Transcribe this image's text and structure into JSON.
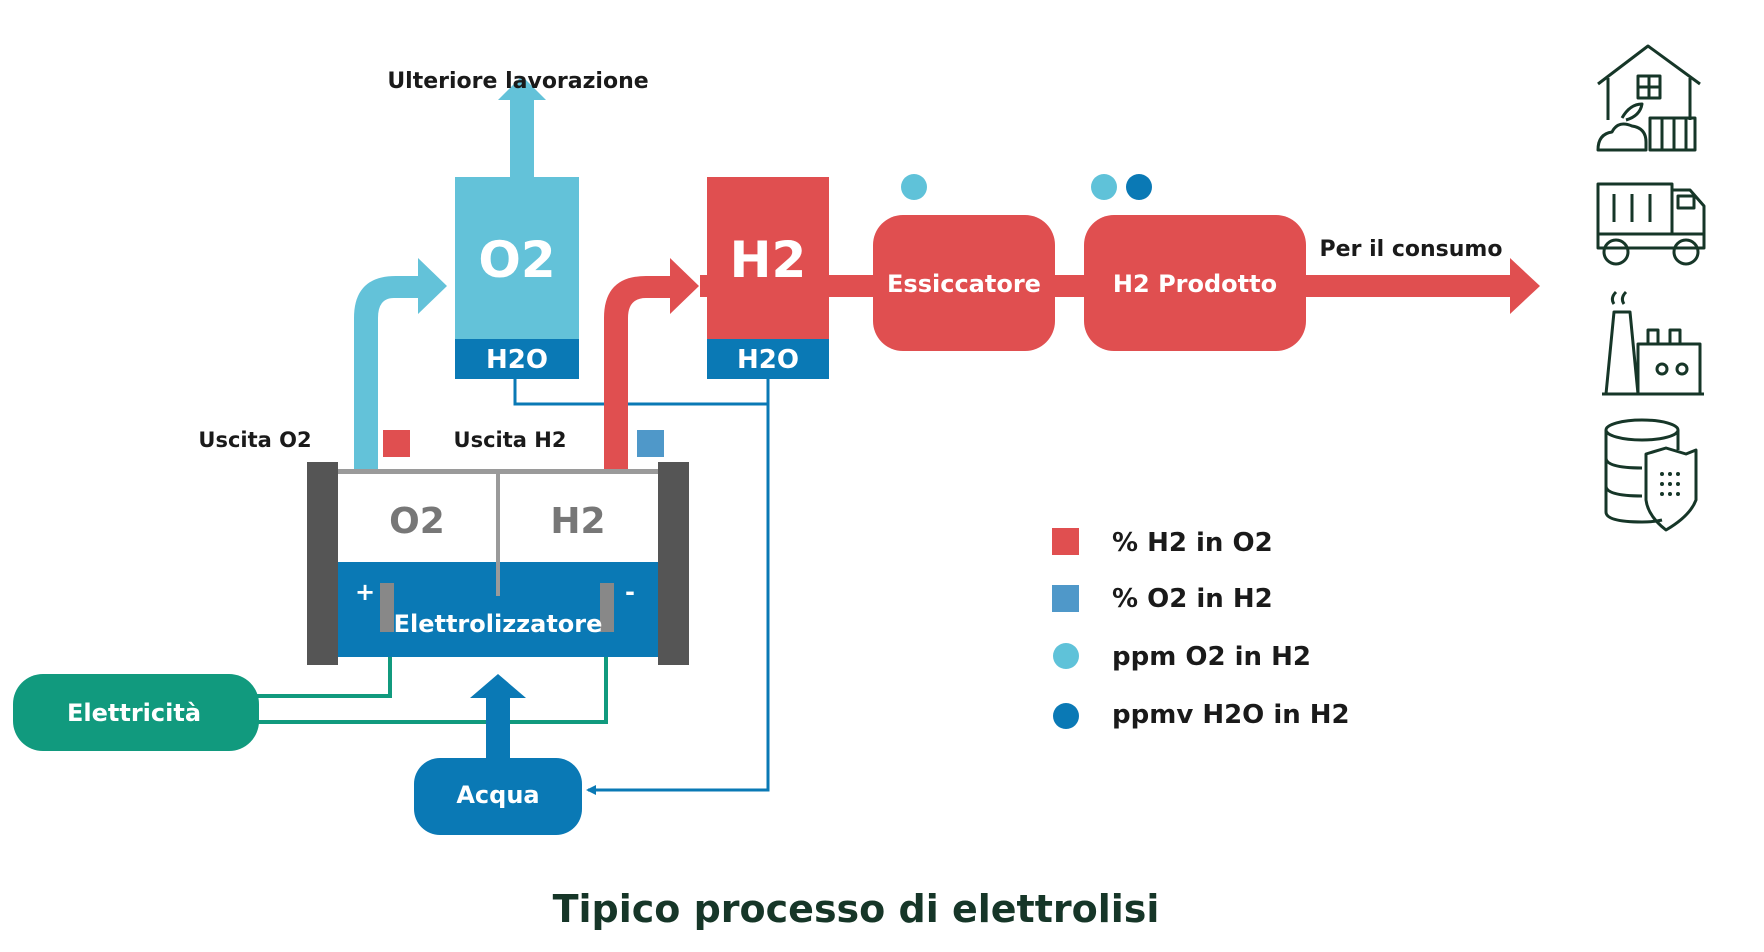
{
  "title": "Tipico processo di elettrolisi",
  "labels": {
    "further_processing": "Ulteriore lavorazione",
    "o2_tank": "O2",
    "h2_tank": "H2",
    "h2o": "H2O",
    "dryer": "Essiccatore",
    "h2_product": "H2 Prodotto",
    "consumption": "Per il consumo",
    "o2_outlet": "Uscita O2",
    "h2_outlet": "Uscita H2",
    "cell_o2": "O2",
    "cell_h2": "H2",
    "electrolyzer": "Elettrolizzatore",
    "plus": "+",
    "minus": "-",
    "electricity": "Elettricità",
    "water": "Acqua"
  },
  "legend": [
    {
      "label": "% H2 in O2",
      "marker": "square",
      "color": "#e04f50"
    },
    {
      "label": "% O2 in H2",
      "marker": "square",
      "color": "#4f98c9"
    },
    {
      "label": "ppm O2 in H2",
      "marker": "circle",
      "color": "#5fc2d9"
    },
    {
      "label": "ppmv H2O in H2",
      "marker": "circle",
      "color": "#0a79b5"
    }
  ],
  "colors": {
    "oxygen": "#63c2d9",
    "hydrogen": "#e04f50",
    "water": "#0a79b5",
    "electricity": "#119a7e",
    "frame": "#555555",
    "title": "#163628"
  },
  "icons": [
    "farm-house-icon",
    "truck-icon",
    "factory-icon",
    "data-storage-icon"
  ]
}
